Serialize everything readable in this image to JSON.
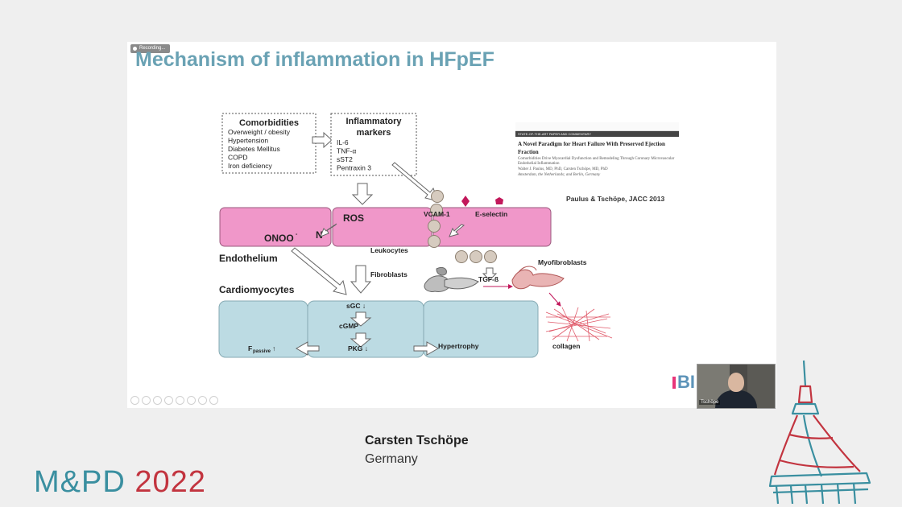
{
  "slide": {
    "recording_label": "Recording...",
    "title": "Mechanism of inflammation in HFpEF"
  },
  "diagram": {
    "comorbidities": {
      "title": "Comorbidities",
      "items": [
        "Overweight / obesity",
        "Hypertension",
        "Diabetes Mellitus",
        "COPD",
        "Iron deficiency"
      ]
    },
    "markers": {
      "title_line1": "Inflammatory",
      "title_line2": "markers",
      "items": [
        "IL-6",
        "TNF-α",
        "sST2",
        "Pentraxin 3"
      ]
    },
    "labels": {
      "ros": "ROS",
      "onoo": "ONOO",
      "onoo_sup": "-",
      "no": "N",
      "vcam": "VCAM-1",
      "eselectin": "E-selectin",
      "leukocytes": "Leukocytes",
      "endothelium": "Endothelium",
      "fibroblasts": "Fibroblasts",
      "myofibroblasts": "Myofibroblasts",
      "tgf": "TGF-ß",
      "cardiomyocytes": "Cardiomyocytes",
      "sgc": "sGC ↓",
      "cgmp": "cGMP",
      "pkg": "PKG ↓",
      "fpassive": "F",
      "fpassive_sub": "passive",
      "fpassive_arrow": "↑",
      "hypertrophy": "Hypertrophy",
      "collagen": "collagen"
    },
    "colors": {
      "endothelium": "#f097c9",
      "cardiomyocyte": "#bcdbe3",
      "marker_shapes": "#c2185b"
    }
  },
  "paper": {
    "band": "STATE-OF-THE-ART PAPER AND COMMENTARY",
    "title": "A Novel Paradigm for Heart Failure With Preserved Ejection Fraction",
    "subtitle": "Comorbidities Drive Myocardial Dysfunction and Remodeling Through Coronary Microvascular Endothelial Inflammation",
    "authors": "Walter J. Paulus, MD, PhD, Carsten Tschöpe, MD, PhD",
    "location": "Amsterdam, the Netherlands; and Berlin, Germany"
  },
  "citation": "Paulus & Tschöpe, JACC 2013",
  "logo_text": "BI",
  "webcam_label": "Tschöpe",
  "speaker": {
    "name": "Carsten Tschöpe",
    "country": "Germany"
  },
  "conference": {
    "name": "M&PD",
    "year": "2022"
  }
}
